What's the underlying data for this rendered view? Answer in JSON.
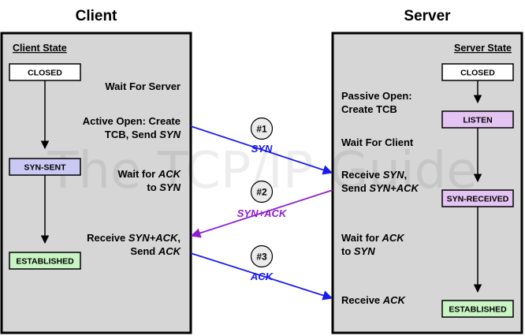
{
  "headings": {
    "client": "Client",
    "server": "Server"
  },
  "client_panel": {
    "title": "Client State",
    "states": {
      "closed": "CLOSED",
      "syn_sent": "SYN-SENT",
      "established": "ESTABLISHED"
    },
    "notes": {
      "wait_server": "Wait For Server",
      "active_open_1": "Active Open: Create",
      "active_open_2_pre": "TCB, Send ",
      "active_open_2_em": "SYN",
      "wait_ack_1_pre": "Wait for ",
      "wait_ack_1_em": "ACK",
      "wait_ack_2_pre": "to ",
      "wait_ack_2_em": "SYN",
      "receive_1_pre": "Receive ",
      "receive_1_em": "SYN+ACK",
      "receive_1_post": ",",
      "receive_2_pre": "Send ",
      "receive_2_em": "ACK"
    }
  },
  "server_panel": {
    "title": "Server State",
    "states": {
      "closed": "CLOSED",
      "listen": "LISTEN",
      "syn_received": "SYN-RECEIVED",
      "established": "ESTABLISHED"
    },
    "notes": {
      "passive_open_1": "Passive Open:",
      "passive_open_2": "Create TCB",
      "wait_client": "Wait For Client",
      "receive_syn_1_pre": "Receive ",
      "receive_syn_1_em": "SYN",
      "receive_syn_1_post": ",",
      "receive_syn_2_pre": "Send ",
      "receive_syn_2_em": "SYN+ACK",
      "wait_ack_1_pre": "Wait for ",
      "wait_ack_1_em": "ACK",
      "wait_ack_2_pre": "to ",
      "wait_ack_2_em": "SYN",
      "receive_ack_pre": "Receive ",
      "receive_ack_em": "ACK"
    }
  },
  "messages": [
    {
      "badge": "#1",
      "label": "SYN",
      "color": "#1a1aee"
    },
    {
      "badge": "#2",
      "label": "SYN+ACK",
      "color": "#8e1fd0"
    },
    {
      "badge": "#3",
      "label": "ACK",
      "color": "#1a1aee"
    }
  ],
  "watermark": "The TCP/IP Guide",
  "colors": {
    "panel": "#d6d6d6",
    "closed": "#ffffff",
    "syn_sent": "#c9c9f4",
    "listen": "#e4c4f2",
    "syn_received": "#e4c4f2",
    "established": "#c9f4c4",
    "badge": "#ebebeb"
  }
}
